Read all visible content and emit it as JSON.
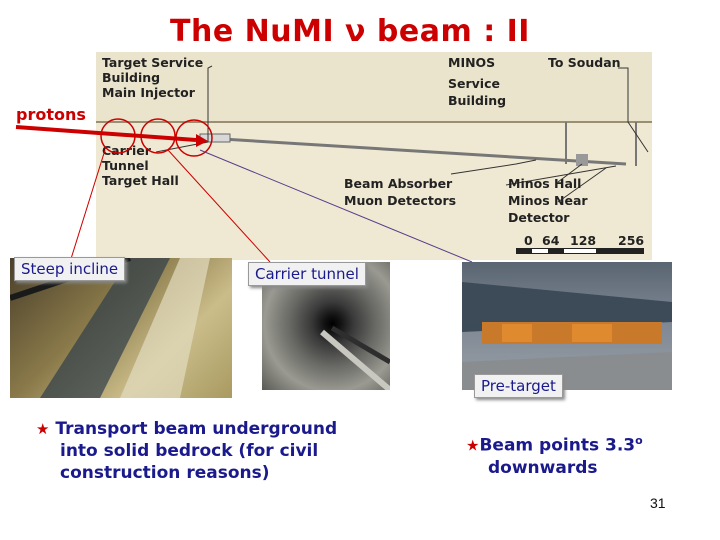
{
  "slide": {
    "title": "The NuMI ν beam : II",
    "page_number": "31"
  },
  "schematic": {
    "protons_label": "protons",
    "labels": {
      "target_service": "Target Service",
      "building": "Building",
      "main_injector": "Main Injector",
      "carrier": "Carrier",
      "tunnel": "Tunnel",
      "target_hall": "Target Hall",
      "minos": "MINOS",
      "service": "Service",
      "building2": "Building",
      "to_soudan": "To Soudan",
      "beam_absorber": "Beam Absorber",
      "muon_detectors": "Muon Detectors",
      "minos_hall": "Minos Hall",
      "minos_near": "Minos Near",
      "detector": "Detector"
    },
    "scale_ticks": [
      "0",
      "64",
      "128",
      "256"
    ]
  },
  "captions": {
    "steep_incline": "Steep incline",
    "carrier_tunnel": "Carrier tunnel",
    "pre_target": "Pre-target"
  },
  "bullets": {
    "left_line1": "Transport beam underground",
    "left_line2": "into solid bedrock (for civil",
    "left_line3": "construction reasons)",
    "right_line1": "Beam points 3.3",
    "right_sup": "o",
    "right_line2": "downwards"
  },
  "colors": {
    "title": "#cc0000",
    "text": "#1a1a8c",
    "protons": "#cc0000"
  }
}
